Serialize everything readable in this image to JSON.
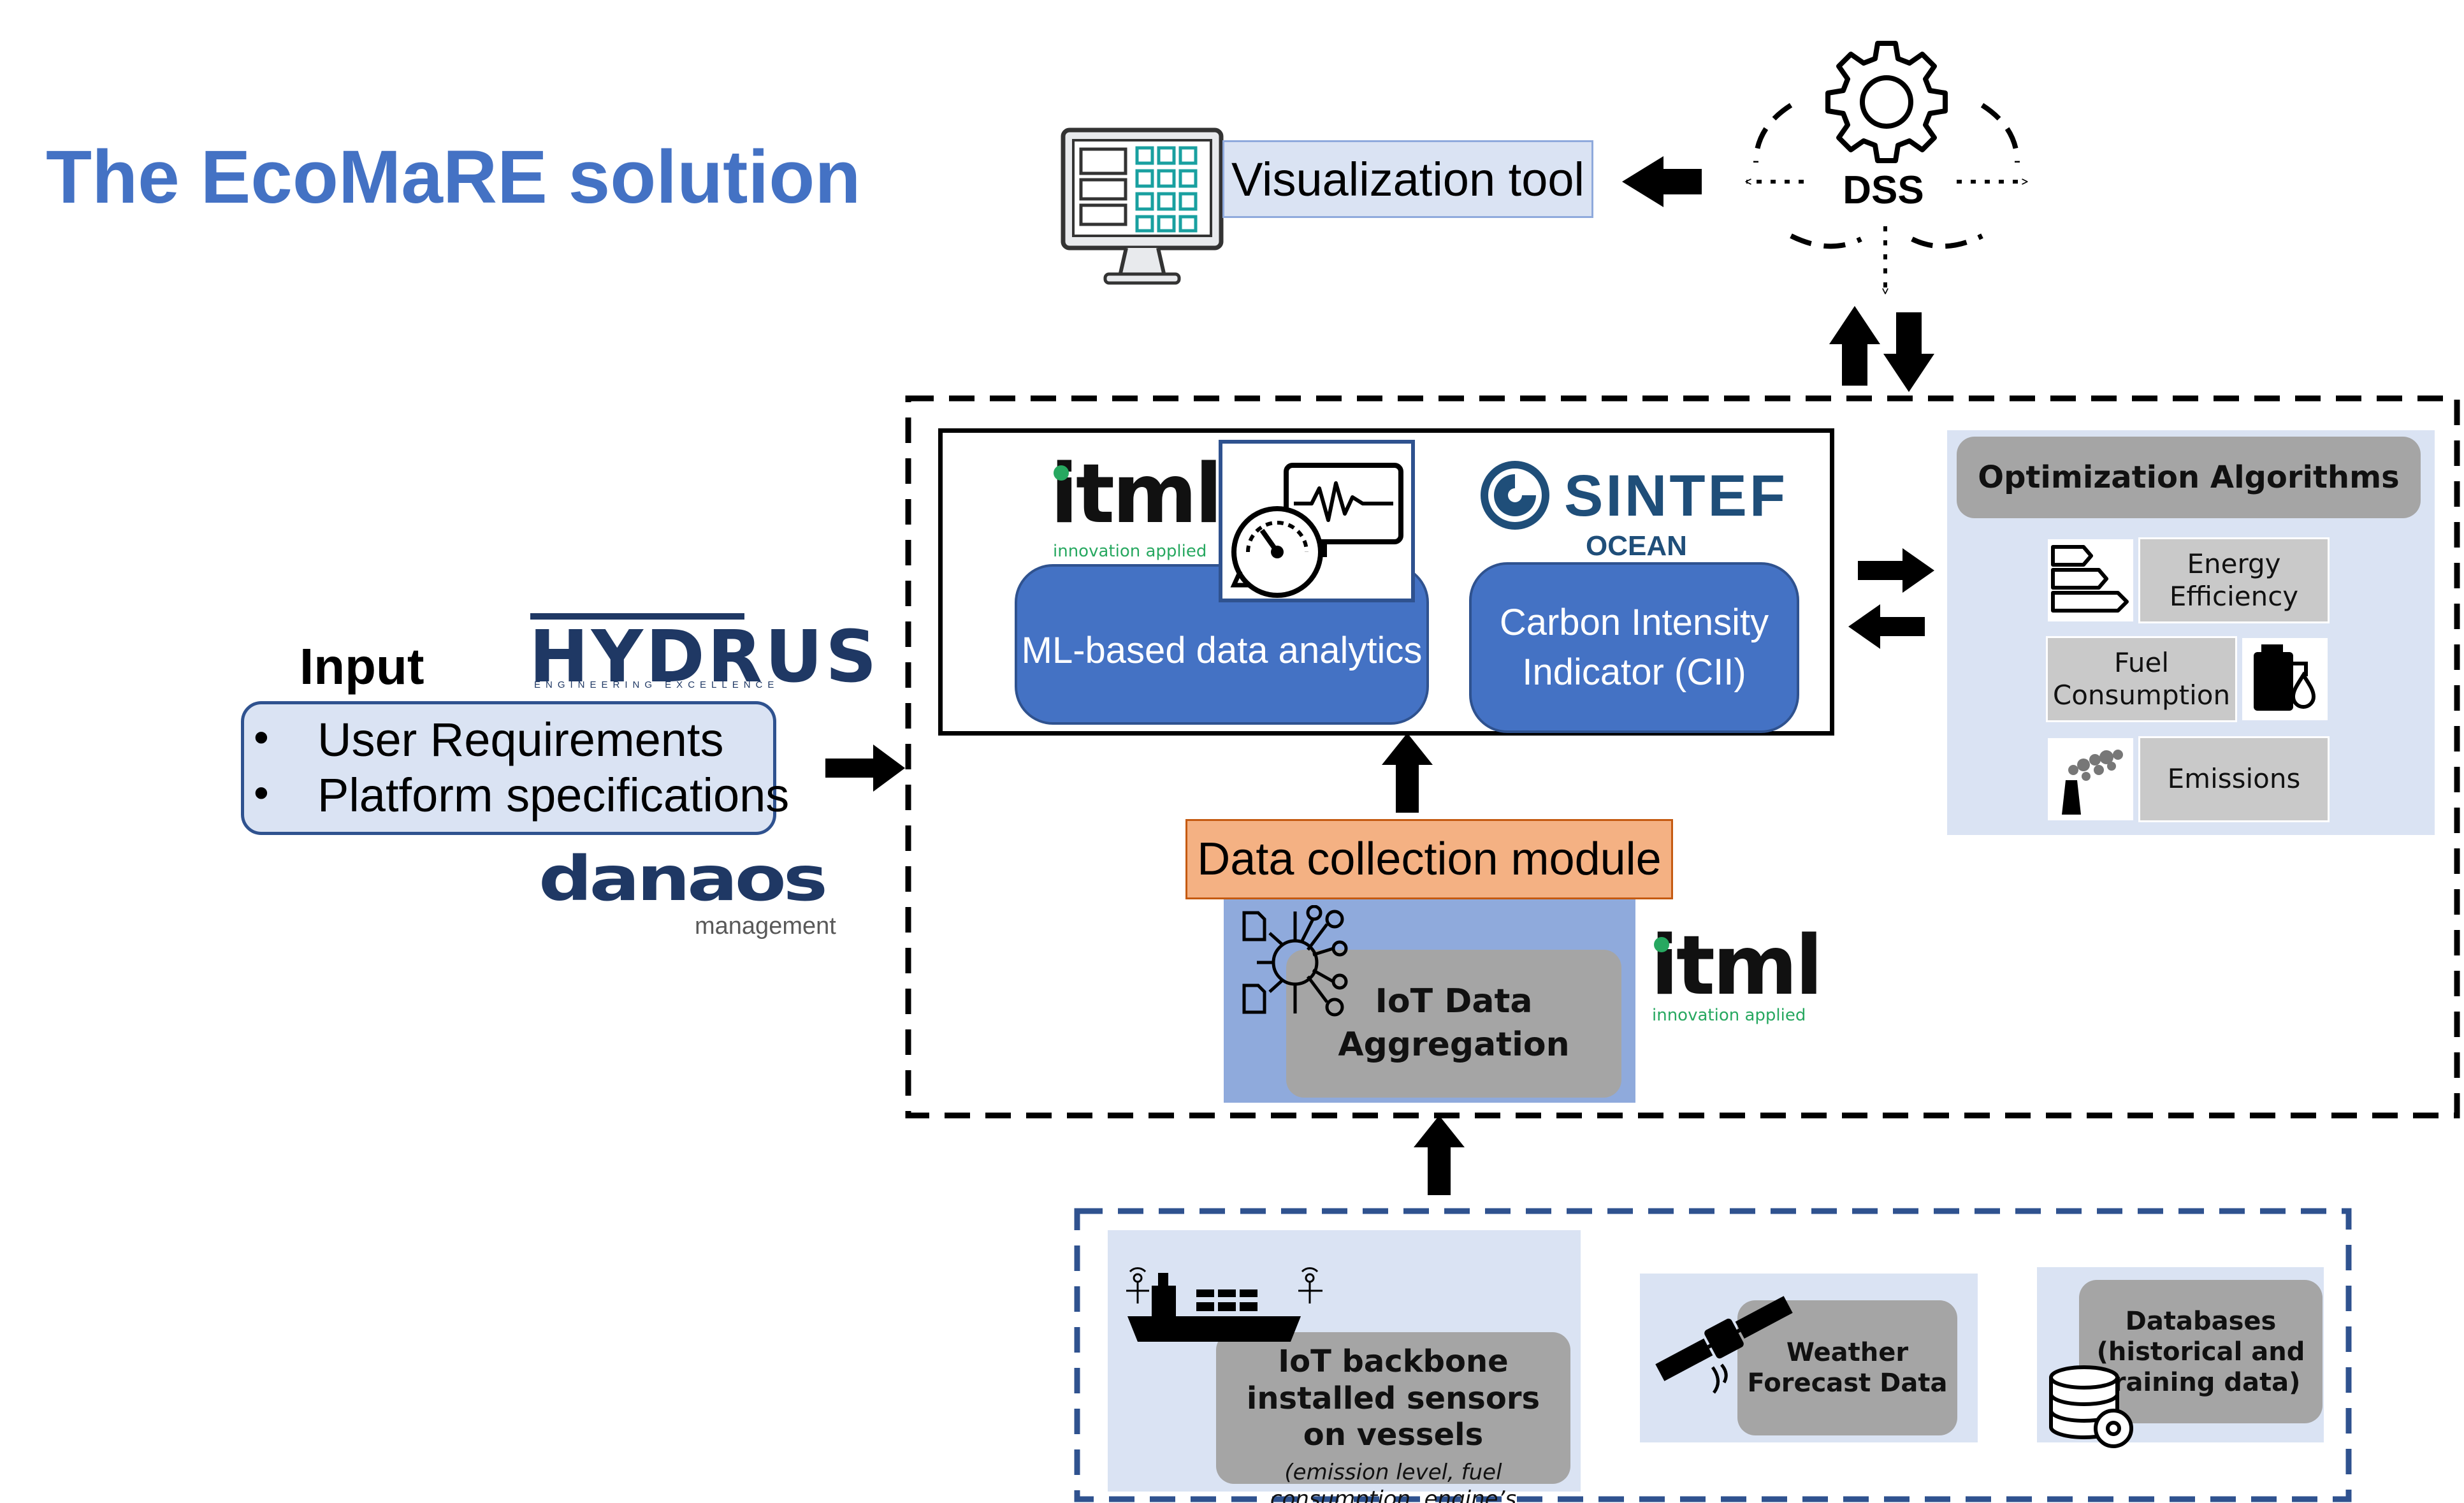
{
  "title": "The EcoMaRE solution",
  "visualization": {
    "label": "Visualization tool",
    "icon": "monitor-dashboard-icon"
  },
  "dss": {
    "label": "DSS",
    "icon": "gear-icon"
  },
  "input": {
    "heading": "Input",
    "items": [
      "User Requirements",
      "Platform specifications"
    ],
    "bullet": "•"
  },
  "partners": {
    "hydrus": {
      "name": "HYDRUS",
      "tagline": "ENGINEERING EXCELLENCE"
    },
    "danaos": {
      "name": "danaos",
      "tagline": "management"
    },
    "itml": {
      "name": "itml",
      "tagline": "innovation applied"
    },
    "sintef": {
      "name": "SINTEF",
      "sub": "OCEAN"
    }
  },
  "analytics": {
    "ml_label": "ML-based data analytics",
    "cii_label": "Carbon Intensity Indicator (CII)"
  },
  "data_collection": {
    "label": "Data collection module",
    "aggregation": "IoT Data Aggregation"
  },
  "optimization": {
    "title": "Optimization Algorithms",
    "items": [
      "Energy Efficiency",
      "Fuel Consumption",
      "Emissions"
    ]
  },
  "sources": {
    "iot_title": "IoT backbone installed sensors on vessels",
    "iot_note": "(emission level, fuel consumption, engine’s fatigue)",
    "weather": "Weather Forecast Data",
    "databases": "Databases (historical and training data)"
  },
  "colors": {
    "title_blue": "#4472c4",
    "box_blue": "#4472c4",
    "panel_light_blue": "#dae3f3",
    "data_collection_orange": "#f4b183",
    "aggregation_panel": "#8faadc",
    "gray": "#a5a5a5",
    "itml_green": "#27a860",
    "sintef_blue": "#1f4e79",
    "hydrus_navy": "#1f3864"
  }
}
